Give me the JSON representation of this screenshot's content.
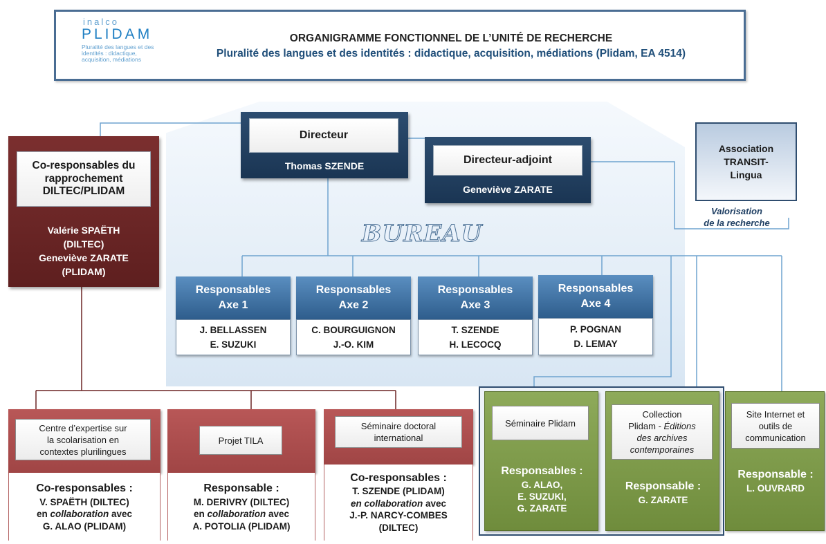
{
  "header": {
    "logo_top": "inalco",
    "logo_main": "PLIDAM",
    "logo_sub": "Pluralité des langues et des identités : didactique, acquisition, médiations",
    "title_line1": "ORGANIGRAMME FONCTIONNEL DE L’UNITÉ DE RECHERCHE",
    "title_line2": "Pluralité des langues et des identités : didactique, acquisition, médiations (Plidam, EA 4514)"
  },
  "bureau": {
    "title": "BUREAU",
    "directeur": {
      "role": "Directeur",
      "name": "Thomas SZENDE"
    },
    "adjoint": {
      "role": "Directeur-adjoint",
      "name": "Geneviève ZARATE"
    },
    "axes": [
      {
        "head1": "Responsables",
        "head2": "Axe 1",
        "names": [
          "J. BELLASSEN",
          "E. SUZUKI"
        ]
      },
      {
        "head1": "Responsables",
        "head2": "Axe 2",
        "names": [
          "C. BOURGUIGNON",
          "J.-O. KIM"
        ]
      },
      {
        "head1": "Responsables",
        "head2": "Axe 3",
        "names": [
          "T. SZENDE",
          "H. LECOCQ"
        ]
      },
      {
        "head1": "Responsables",
        "head2": "Axe 4",
        "names": [
          "P. POGNAN",
          "D. LEMAY"
        ]
      }
    ]
  },
  "coresp": {
    "title_lines": [
      "Co-responsables du",
      "rapprochement",
      "DILTEC/PLIDAM"
    ],
    "names": [
      "Valérie SPAËTH",
      "(DILTEC)",
      "Geneviève ZARATE",
      "(PLIDAM)"
    ]
  },
  "association": {
    "lines": [
      "Association",
      "TRANSIT-",
      "Lingua"
    ],
    "caption": [
      "Valorisation",
      "de la recherche"
    ]
  },
  "projects": [
    {
      "title_lines": [
        "Centre d’expertise sur",
        "la scolarisation en",
        "contextes plurilingues"
      ],
      "role": "Co-responsables :",
      "lines": [
        "V. SPAËTH (DILTEC)"
      ],
      "collab_pre": "en ",
      "collab_it": "collaboration",
      "collab_post": " avec",
      "last": "G. ALAO (PLIDAM)"
    },
    {
      "title_lines": [
        "Projet TILA"
      ],
      "role": "Responsable :",
      "lines": [
        "M. DERIVRY (DILTEC)"
      ],
      "collab_pre": "en ",
      "collab_it": "collaboration",
      "collab_post": " avec",
      "last": "A. POTOLIA (PLIDAM)"
    },
    {
      "title_lines": [
        "Séminaire doctoral",
        "international"
      ],
      "role": "Co-responsables :",
      "lines": [
        "T. SZENDE (PLIDAM)"
      ],
      "collab_pre": "",
      "collab_it": "en collaboration",
      "collab_post": " avec",
      "last": "J.-P. NARCY-COMBES",
      "extra": "(DILTEC)"
    }
  ],
  "green": [
    {
      "title_lines": [
        "Séminaire Plidam"
      ],
      "role": "Responsables :",
      "names": [
        "G. ALAO,",
        "E. SUZUKI,",
        "G. ZARATE"
      ]
    },
    {
      "title_l1": "Collection",
      "title_l2a": "Plidam - ",
      "title_l2b": "Éditions",
      "title_l3": "des archives",
      "title_l4": "contemporaines",
      "role": "Responsable :",
      "names": [
        "G. ZARATE"
      ]
    },
    {
      "title_lines": [
        "Site Internet et",
        "outils de",
        "communication"
      ],
      "role": "Responsable :",
      "names": [
        "L. OUVRARD"
      ]
    }
  ],
  "colors": {
    "navy": "#1f3b5c",
    "axis_blue": "#3f6f9f",
    "maroon": "#6b2424",
    "red": "#a94b4b",
    "green": "#7a9645",
    "line": "#6fa3cf"
  }
}
